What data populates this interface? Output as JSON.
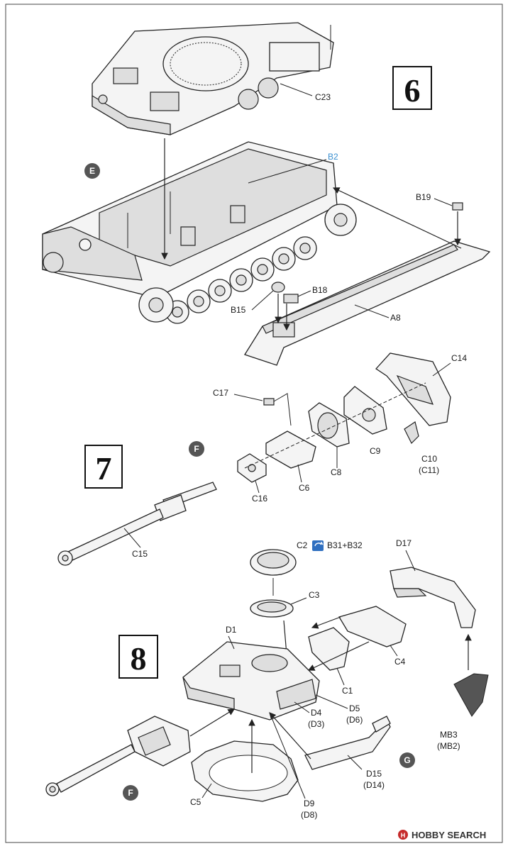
{
  "steps": [
    {
      "number": "6"
    },
    {
      "number": "7"
    },
    {
      "number": "8"
    }
  ],
  "markers": {
    "e": "E",
    "f1": "F",
    "f2": "F",
    "g": "G"
  },
  "labels": {
    "c23": "C23",
    "b2": "B2",
    "b19": "B19",
    "b18": "B18",
    "b15": "B15",
    "a8": "A8",
    "c14": "C14",
    "c17": "C17",
    "c9": "C9",
    "c10": "C10",
    "c10_alt": "(C11)",
    "c8": "C8",
    "c6": "C6",
    "c16": "C16",
    "c15": "C15",
    "c2": "C2",
    "c2_option": "B31+B32",
    "d17": "D17",
    "c3": "C3",
    "d1": "D1",
    "c4": "C4",
    "c1": "C1",
    "d4": "D4",
    "d4_alt": "(D3)",
    "d5": "D5",
    "d5_alt": "(D6)",
    "mb3": "MB3",
    "mb3_alt": "(MB2)",
    "d15": "D15",
    "d15_alt": "(D14)",
    "c5": "C5",
    "d9": "D9",
    "d9_alt": "(D8)"
  },
  "watermark": {
    "text": "HOBBY SEARCH"
  },
  "colors": {
    "accent_label": "#3a8fd0",
    "marker_fill": "#555555",
    "option_icon": "#2f6fc0"
  },
  "icons": {
    "option": "option-swap-icon",
    "watermark": "hobby-search-logo-icon"
  }
}
